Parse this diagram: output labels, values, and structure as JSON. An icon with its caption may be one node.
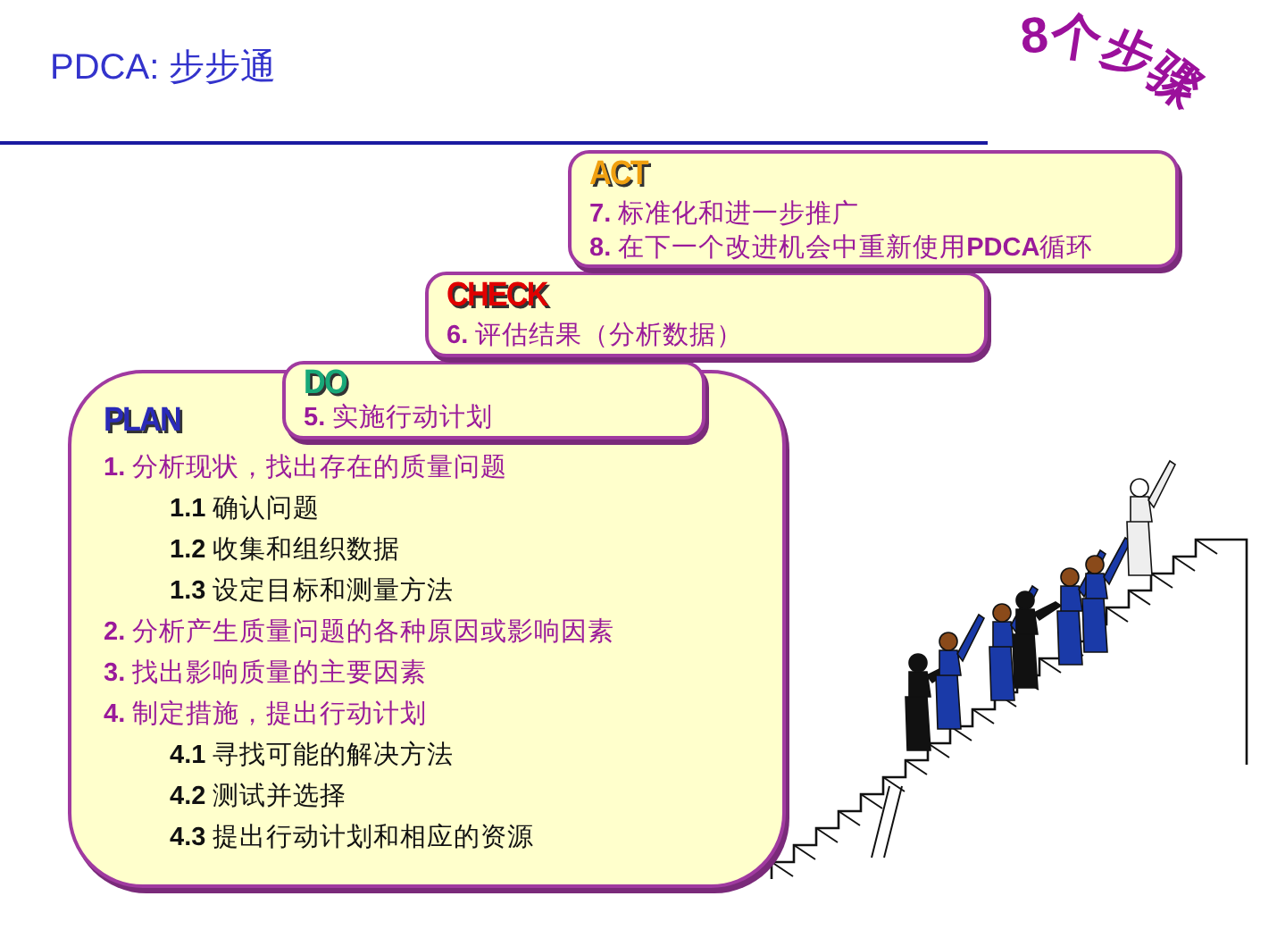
{
  "diagram": {
    "title": "PDCA: 步步通",
    "nodes": [
      {
        "text": [
          "PLAN",
          "**1.** 分析现状，找出存在的质量问题",
          "**1.1** 确认问题",
          "**1.2** 收集和组织数据",
          "**1.3** 设定目标和测量方法",
          "**2.** 分析产生质量问题的各种原因或影响因素",
          "**3.** 找出影响质量的主要因素",
          "**4.** 制定措施，提出行动计划",
          "**4.1** 寻找可能的解决方法",
          "**4.2** 测试并选择",
          "**4.3** 提出行动计划和相应的资源"
        ]
      },
      {
        "text": [
          "DO",
          "**5.** 实施行动计划"
        ]
      },
      {
        "text": [
          "CHECK",
          "**6.** 评估结果（分析数据）"
        ]
      },
      {
        "text": [
          "ACT",
          "**7.** 标准化和进一步推广",
          "**8.** 在下一个改进机会中重新使用**PDCA**循环"
        ]
      }
    ],
    "labels": [
      "8个步骤"
    ]
  }
}
